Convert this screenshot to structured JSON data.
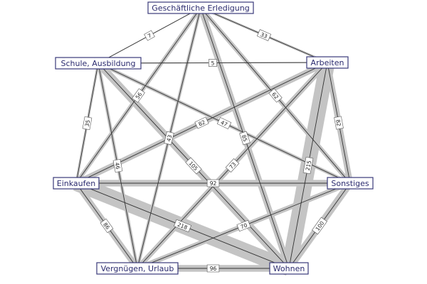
{
  "colors": {
    "node_border": "#3a3a7a",
    "node_text": "#2a2a6e",
    "band_fill": "#c4c4c4",
    "edge_line": "#333333",
    "label_border": "#555555"
  },
  "nodes": [
    {
      "id": "geschaeft",
      "label": "Geschäftliche Erledigung"
    },
    {
      "id": "arbeiten",
      "label": "Arbeiten"
    },
    {
      "id": "schule",
      "label": "Schule, Ausbildung"
    },
    {
      "id": "einkaufen",
      "label": "Einkaufen"
    },
    {
      "id": "sonstiges",
      "label": "Sonstiges"
    },
    {
      "id": "vergnuegen",
      "label": "Vergnügen, Urlaub"
    },
    {
      "id": "wohnen",
      "label": "Wohnen"
    }
  ],
  "edges": [
    {
      "from": "geschaeft",
      "to": "schule",
      "value": "7"
    },
    {
      "from": "geschaeft",
      "to": "arbeiten",
      "value": "33"
    },
    {
      "from": "geschaeft",
      "to": "einkaufen",
      "value": "56"
    },
    {
      "from": "geschaeft",
      "to": "vergnuegen",
      "value": "43"
    },
    {
      "from": "geschaeft",
      "to": "sonstiges",
      "value": "62"
    },
    {
      "from": "geschaeft",
      "to": "wohnen",
      "value": "85"
    },
    {
      "from": "schule",
      "to": "arbeiten",
      "value": "5"
    },
    {
      "from": "schule",
      "to": "einkaufen",
      "value": "35"
    },
    {
      "from": "schule",
      "to": "vergnuegen",
      "value": "46"
    },
    {
      "from": "schule",
      "to": "wohnen",
      "value": "105"
    },
    {
      "from": "schule",
      "to": "sonstiges",
      "value": "47"
    },
    {
      "from": "arbeiten",
      "to": "einkaufen",
      "value": "82"
    },
    {
      "from": "arbeiten",
      "to": "sonstiges",
      "value": "82"
    },
    {
      "from": "arbeiten",
      "to": "vergnuegen",
      "value": "73"
    },
    {
      "from": "arbeiten",
      "to": "wohnen",
      "value": "215"
    },
    {
      "from": "einkaufen",
      "to": "sonstiges",
      "value": "92"
    },
    {
      "from": "einkaufen",
      "to": "vergnuegen",
      "value": "86"
    },
    {
      "from": "einkaufen",
      "to": "wohnen",
      "value": "218"
    },
    {
      "from": "sonstiges",
      "to": "vergnuegen",
      "value": "70"
    },
    {
      "from": "sonstiges",
      "to": "wohnen",
      "value": "100"
    },
    {
      "from": "vergnuegen",
      "to": "wohnen",
      "value": "96"
    }
  ]
}
